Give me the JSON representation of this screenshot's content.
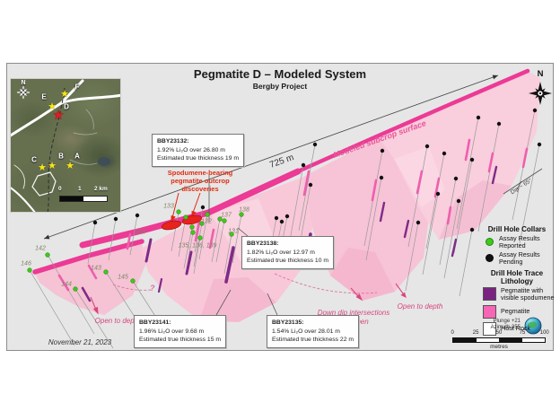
{
  "title": "Pegmatite D – Modeled System",
  "subtitle": "Bergby Project",
  "date_label": "November 21, 2023",
  "north_label": "N",
  "annotations": {
    "measurement": "725 m",
    "subcrop": "Modeled subcrop surface",
    "outcrop_line1": "Spodumene-bearing",
    "outcrop_line2": "pegmatite outcrop",
    "outcrop_line3": "discoveries",
    "dip": "Dip ~ 65°",
    "open_to_depth": "Open to depth",
    "down_dip_line1": "Down dip intersections",
    "down_dip_line2": "and open",
    "question": "?"
  },
  "callouts": [
    {
      "id": "BBY23132:",
      "grade": "1.92% Li₂O over 26.80 m",
      "thickness": "Estimated true thickness 19 m"
    },
    {
      "id": "BBY23138:",
      "grade": "1.82% Li₂O over 12.97 m",
      "thickness": "Estimated true thickness 10 m"
    },
    {
      "id": "BBY23141:",
      "grade": "1.96% Li₂O over 9.68 m",
      "thickness": "Estimated true thickness 15 m"
    },
    {
      "id": "BBY23135:",
      "grade": "1.54% Li₂O over 28.01 m",
      "thickness": "Estimated true thickness 22 m"
    }
  ],
  "hole_labels": [
    "133",
    "134",
    "132",
    "137",
    "138",
    "131",
    "135, 136, 139",
    "142",
    "146",
    "143",
    "145",
    "144"
  ],
  "legend": {
    "collars_header": "Drill Hole Collars",
    "collar_items": [
      {
        "line1": "Assay Results",
        "line2": "Reported",
        "color": "#3fca1c"
      },
      {
        "line1": "Assay Results",
        "line2": "Pending",
        "color": "#111111"
      }
    ],
    "lithology_header": "Drill Hole Trace Lithology",
    "lithology_items": [
      {
        "line1": "Pegmatite with",
        "line2": "visible spodumene",
        "color": "#7b2382"
      },
      {
        "line1": "Pegmatite",
        "line2": "",
        "color": "#f666b4"
      },
      {
        "line1": "Host Rock",
        "line2": "",
        "color": "#ffffff"
      }
    ]
  },
  "view_info": {
    "plunge": "Plunge +21",
    "azimuth": "Azimuth 355"
  },
  "scalebar": {
    "ticks": [
      "0",
      "25",
      "50",
      "75",
      "100"
    ],
    "unit": "metres"
  },
  "inset": {
    "north_label": "N",
    "markers": [
      {
        "label": "A",
        "marker": "yellow-star"
      },
      {
        "label": "B",
        "marker": "yellow-star"
      },
      {
        "label": "C",
        "marker": "yellow-star"
      },
      {
        "label": "D",
        "marker": "red-star"
      },
      {
        "label": "E",
        "marker": "yellow-star"
      },
      {
        "label": "F",
        "marker": "yellow-star"
      }
    ],
    "scale_ticks": [
      "0",
      "1",
      "2 km"
    ],
    "star_color": "#f5e616",
    "highlight_star_color": "#e01b24"
  },
  "colors": {
    "pegmatite_band": "#ec3a95",
    "pegmatite_fill": "#f8c8d9",
    "spodumene_purple": "#7b2382",
    "assay_green": "#3fca1c",
    "annotation_pink": "#d6477e",
    "outcrop_red": "#e02a14"
  }
}
